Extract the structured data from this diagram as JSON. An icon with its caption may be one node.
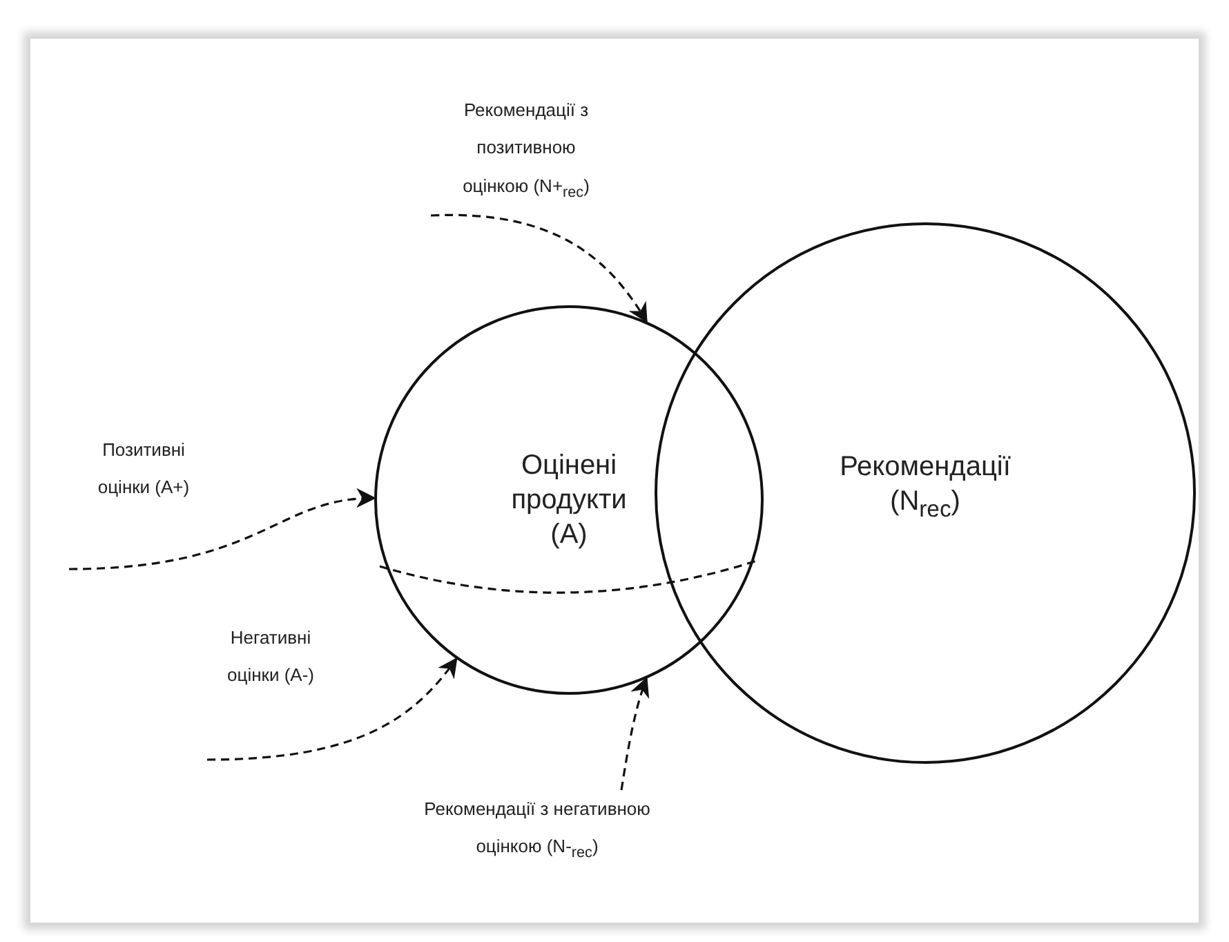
{
  "diagram": {
    "nodes": [
      {
        "text": [
          "Оцінені продукти (A)"
        ]
      },
      {
        "text": [
          "Рекомендації (N$_{rec}$)"
        ]
      },
      {
        "text": [
          "Рекомендації з позитивною оцінкою (N+$_{rec}$)"
        ]
      },
      {
        "text": [
          "Позитивні оцінки (A+)"
        ]
      },
      {
        "text": [
          "Негативні оцінки (A-)"
        ]
      },
      {
        "text": [
          "Рекомендації з негативною оцінкою (N-$_{rec}$)"
        ]
      }
    ],
    "edges": [
      {
        "from": 2,
        "to": 0,
        "arrow": "to",
        "style": "dashed"
      },
      {
        "from": 3,
        "to": 0,
        "arrow": "to",
        "style": "dashed"
      },
      {
        "from": 4,
        "to": 0,
        "arrow": "to",
        "style": "dashed"
      },
      {
        "from": 5,
        "to": 0,
        "arrow": "to",
        "style": "dashed"
      }
    ]
  }
}
